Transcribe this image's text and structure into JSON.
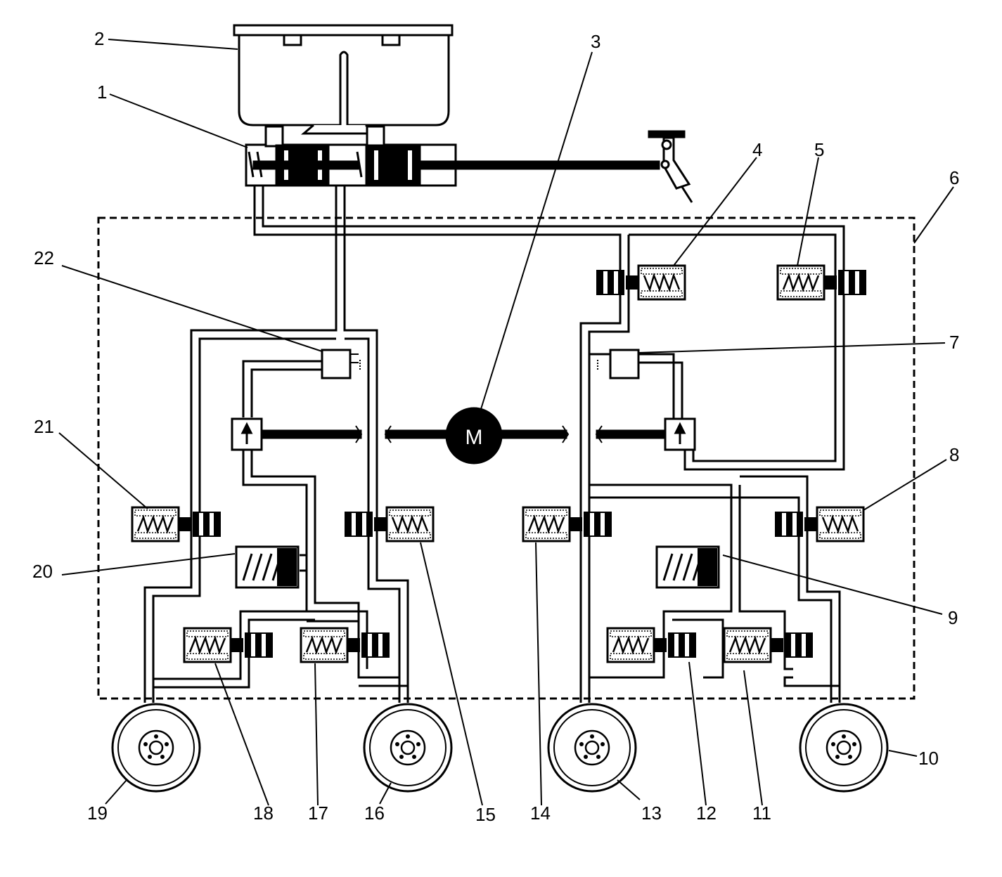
{
  "motor_label": "M",
  "callouts": [
    "1",
    "2",
    "3",
    "4",
    "5",
    "6",
    "7",
    "8",
    "9",
    "10",
    "11",
    "12",
    "13",
    "14",
    "15",
    "16",
    "17",
    "18",
    "19",
    "20",
    "21",
    "22"
  ]
}
